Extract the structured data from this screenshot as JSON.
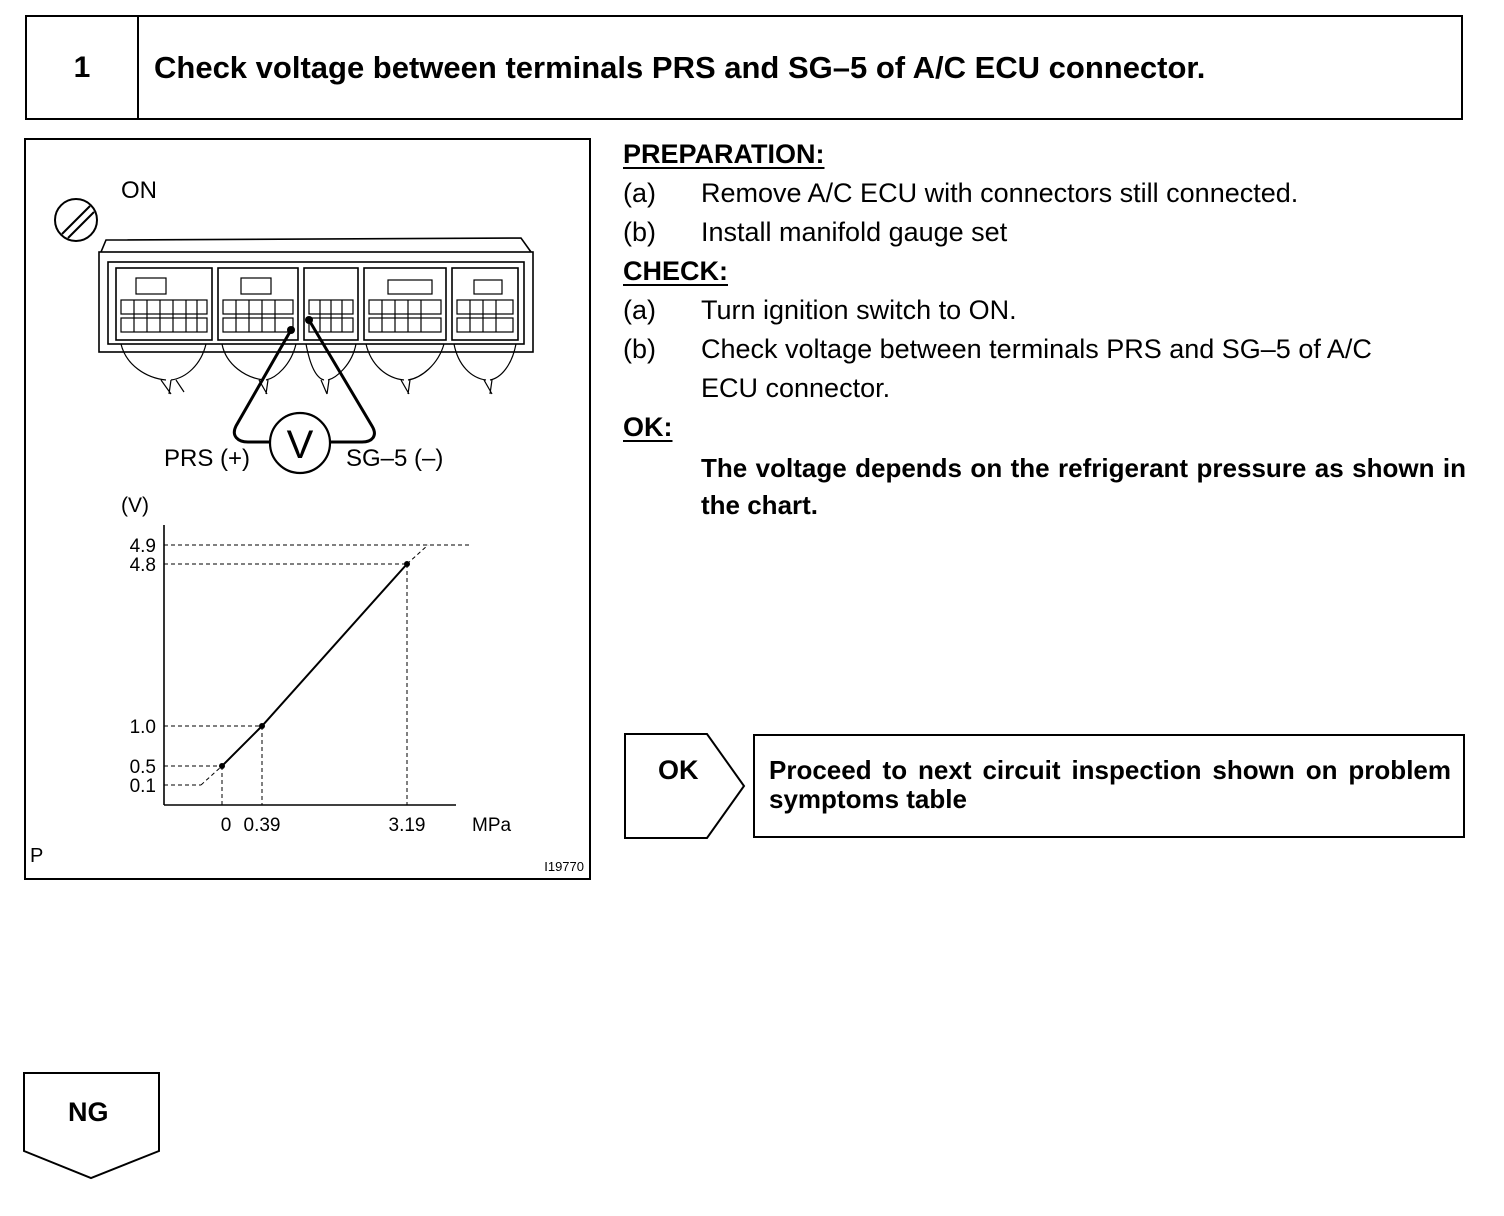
{
  "step": {
    "number": "1",
    "title": "Check voltage between terminals PRS and SG–5 of A/C ECU connector."
  },
  "illustration": {
    "ignition_label": "ON",
    "probe_plus_label": "PRS (+)",
    "probe_minus_label": "SG–5 (–)",
    "voltmeter_symbol": "V",
    "corner_code": "P",
    "figure_id": "I19770"
  },
  "chart_data": {
    "type": "line",
    "title": "",
    "xlabel": "MPa",
    "ylabel": "(V)",
    "x_ticks": [
      "0",
      "0.39",
      "3.19"
    ],
    "y_ticks": [
      "4.9",
      "4.8",
      "1.0",
      "0.5",
      "0.1"
    ],
    "series": [
      {
        "x": [
          -0.35,
          0,
          0.39,
          3.19,
          3.5
        ],
        "y": [
          0.1,
          0.5,
          1.0,
          4.8,
          4.9
        ]
      }
    ],
    "marked_points": [
      {
        "x": 0,
        "y": 0.5
      },
      {
        "x": 0.39,
        "y": 1.0
      },
      {
        "x": 3.19,
        "y": 4.8
      }
    ],
    "grid": false,
    "dashed_reference_lines": true
  },
  "preparation": {
    "heading": "PREPARATION:",
    "items": [
      {
        "letter": "(a)",
        "text": "Remove A/C ECU with connectors still connected."
      },
      {
        "letter": "(b)",
        "text": "Install manifold gauge set"
      }
    ]
  },
  "check": {
    "heading": "CHECK:",
    "items": [
      {
        "letter": "(a)",
        "text": "Turn ignition switch to ON."
      },
      {
        "letter": "(b)",
        "text_line1": "Check voltage between terminals PRS and SG–5 of A/C",
        "text_line2": "ECU connector."
      }
    ]
  },
  "ok_section": {
    "heading": "OK:",
    "text": "The voltage depends on the refrigerant pressure as shown in the chart."
  },
  "ok_result": {
    "label": "OK",
    "text": "Proceed to next circuit inspection shown on problem symptoms table"
  },
  "ng_result": {
    "label": "NG"
  }
}
